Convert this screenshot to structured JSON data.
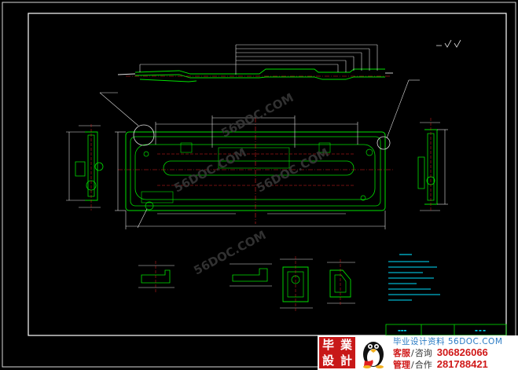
{
  "watermark": {
    "texts": [
      "56DOC.COM",
      "56DOC.COM",
      "56DOC.COM",
      "56DOC.COM"
    ]
  },
  "banner": {
    "logo_chars": [
      "毕",
      "業",
      "設",
      "計"
    ],
    "site_text": "毕业设计资料 56DOC.COM",
    "contacts": [
      {
        "label": "客服",
        "label2": "咨询",
        "number": "306826066"
      },
      {
        "label": "管理",
        "label2": "合作",
        "number": "281788421"
      }
    ]
  },
  "colors": {
    "background": "#000000",
    "frame": "#ffffff",
    "part_outline": "#00e000",
    "dim_line": "#e0e0e0",
    "center_line": "#e02020",
    "annotation": "#00e0ff",
    "banner_red": "#d01818",
    "banner_blue": "#2a7bc4"
  }
}
